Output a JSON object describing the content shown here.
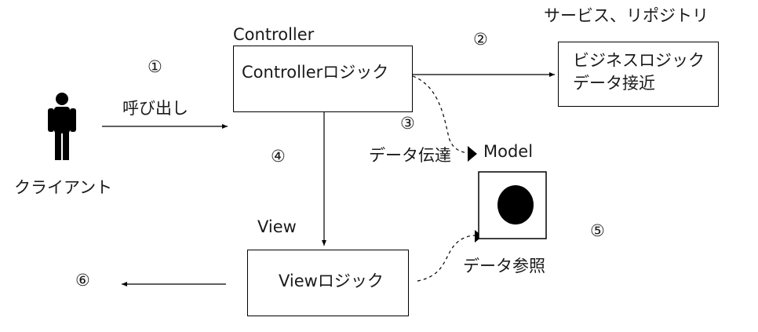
{
  "client": {
    "label": "クライアント"
  },
  "controller": {
    "title": "Controller",
    "box_text": "Controllerロジック"
  },
  "service": {
    "title": "サービス、リポジトリ",
    "line1": "ビジネスロジック",
    "line2": "データ接近"
  },
  "model": {
    "title": "Model"
  },
  "view": {
    "title": "View",
    "box_text": "Viewロジック"
  },
  "edges": {
    "call": "呼び出し",
    "data_transfer": "データ伝達",
    "data_reference": "データ参照"
  },
  "steps": {
    "s1": "①",
    "s2": "②",
    "s3": "③",
    "s4": "④",
    "s5": "⑤",
    "s6": "⑥"
  },
  "colors": {
    "line": "#000000",
    "text": "#1a1a1a"
  }
}
